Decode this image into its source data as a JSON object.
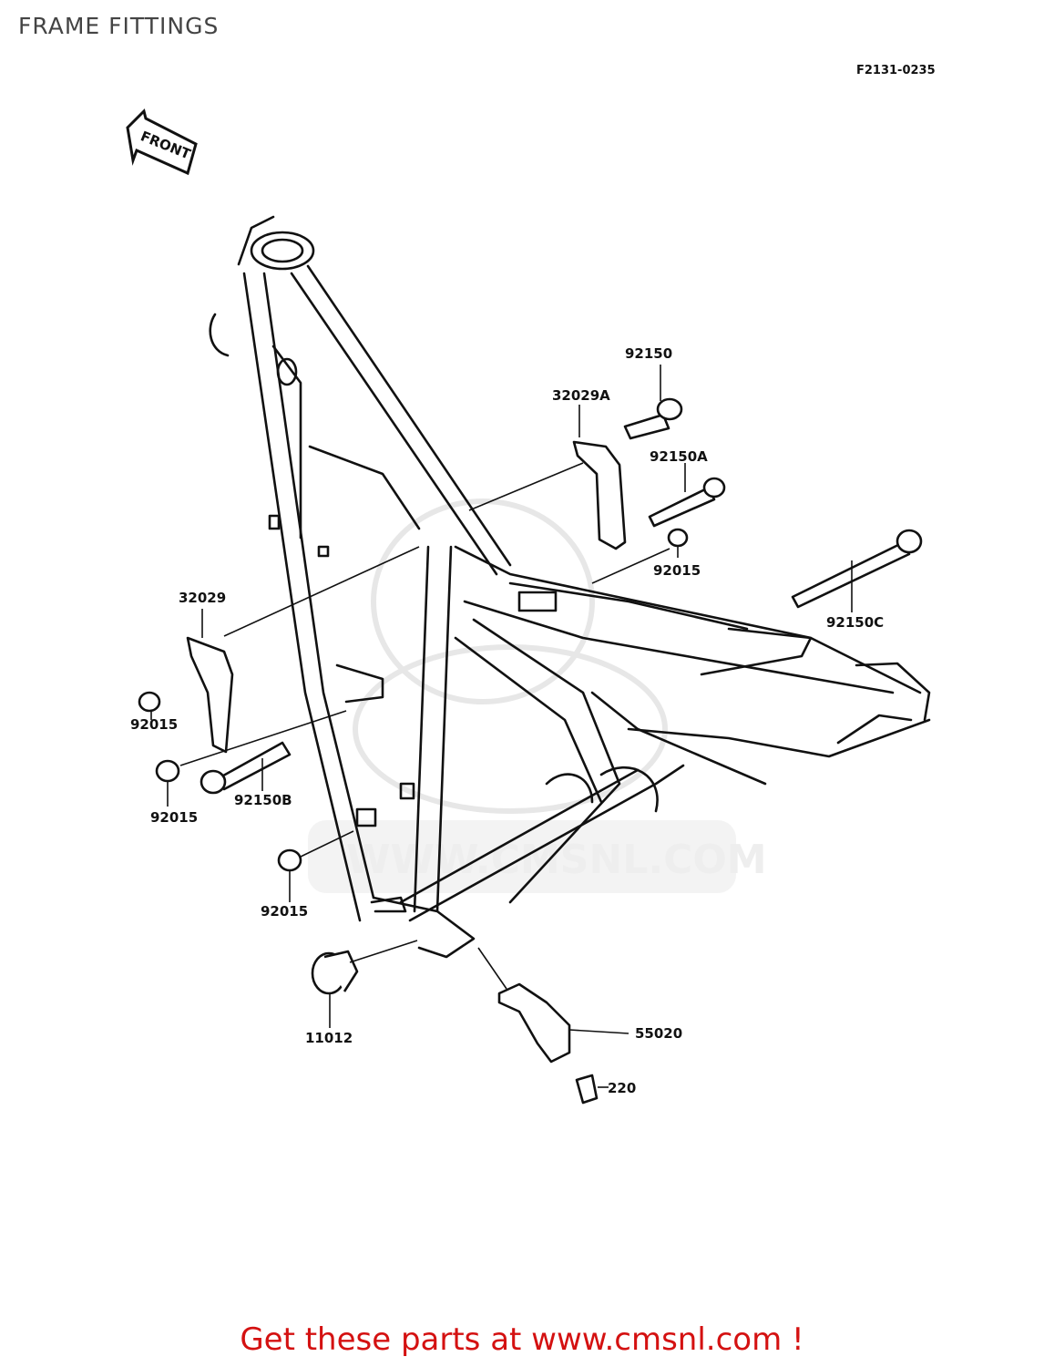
{
  "header": {
    "title": "FRAME FITTINGS",
    "diagram_code": "F2131-0235"
  },
  "front_arrow": {
    "label": "FRONT",
    "icon": "front-arrow-icon"
  },
  "watermark": {
    "text": "WWW.CMSNL.COM",
    "color": "#d8d8d8"
  },
  "parts": [
    {
      "id": "p92150",
      "number": "92150"
    },
    {
      "id": "p32029A",
      "number": "32029A"
    },
    {
      "id": "p92150A",
      "number": "92150A"
    },
    {
      "id": "p92015a",
      "number": "92015"
    },
    {
      "id": "p92150C",
      "number": "92150C"
    },
    {
      "id": "p32029",
      "number": "32029"
    },
    {
      "id": "p92015b",
      "number": "92015"
    },
    {
      "id": "p92015c",
      "number": "92015"
    },
    {
      "id": "p92150B",
      "number": "92150B"
    },
    {
      "id": "p92015d",
      "number": "92015"
    },
    {
      "id": "p11012",
      "number": "11012"
    },
    {
      "id": "p55020",
      "number": "55020"
    },
    {
      "id": "p220",
      "number": "220"
    }
  ],
  "footer": {
    "cta": "Get these parts at www.cmsnl.com !",
    "color": "#d41111"
  }
}
